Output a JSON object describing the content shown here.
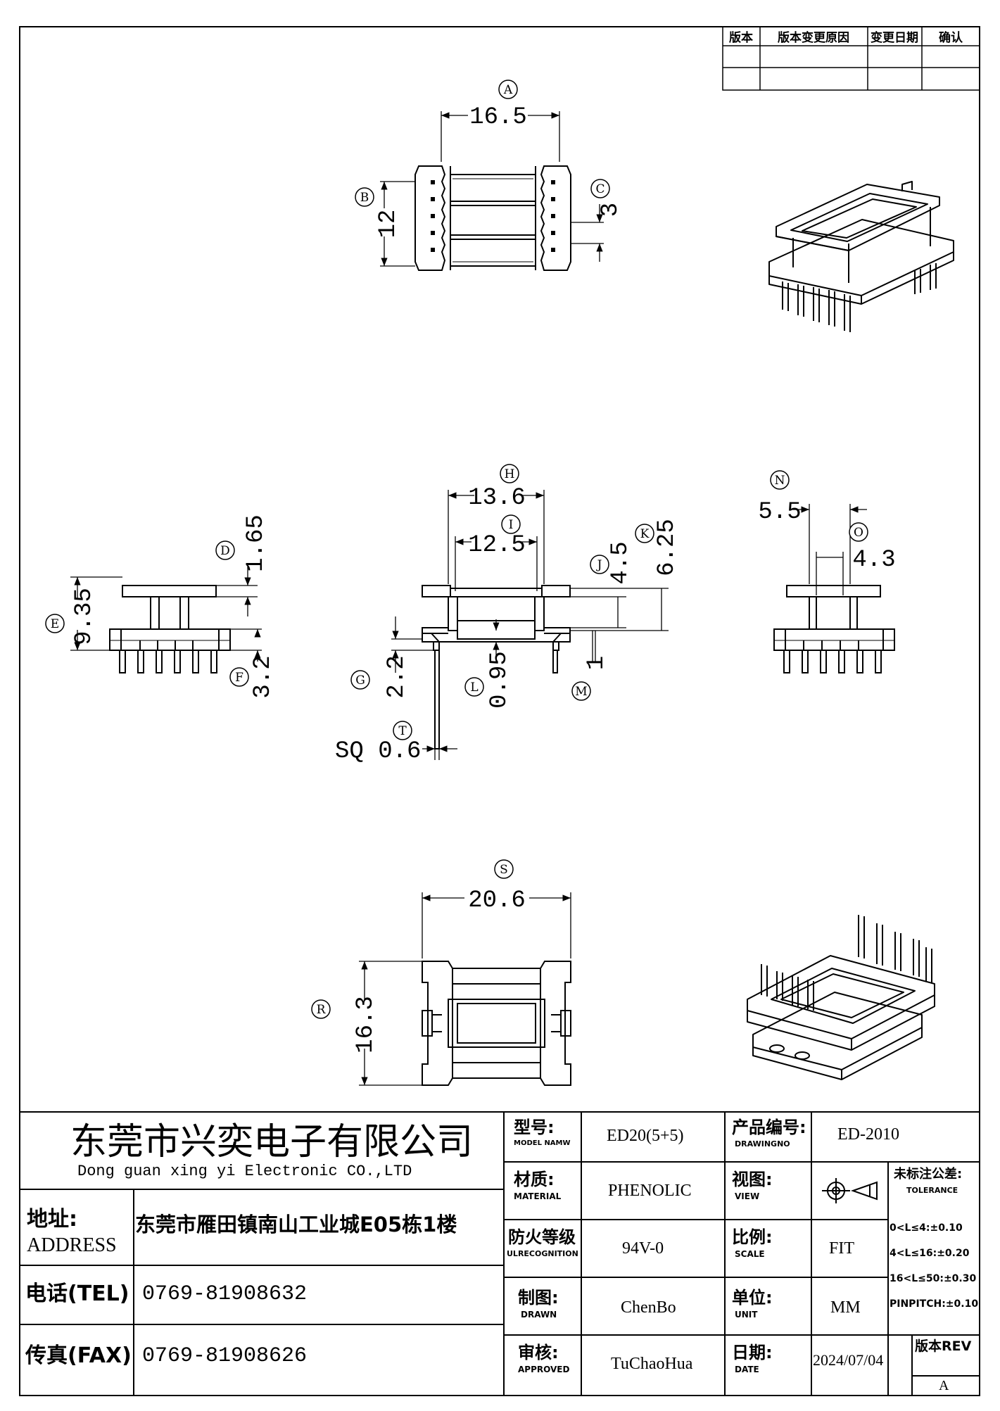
{
  "revision_table": {
    "headers": [
      "版本",
      "版本变更原因",
      "变更日期",
      "确认"
    ]
  },
  "dims": {
    "A": "16.5",
    "B": "12",
    "C": "3",
    "D": "1.65",
    "E": "9.35",
    "F": "3.2",
    "G": "2.2",
    "H": "13.6",
    "I": "12.5",
    "J": "4.5",
    "K": "6.25",
    "L": "0.95",
    "M": "1",
    "N": "5.5",
    "O": "4.3",
    "R": "16.3",
    "S": "20.6",
    "T": "SQ 0.6"
  },
  "callouts": [
    "A",
    "B",
    "C",
    "D",
    "E",
    "F",
    "G",
    "H",
    "I",
    "J",
    "K",
    "L",
    "M",
    "N",
    "O",
    "R",
    "S",
    "T"
  ],
  "company": {
    "name_cn": "东莞市兴奕电子有限公司",
    "name_en": "Dong guan xing yi Electronic CO.,LTD",
    "address_label_cn": "地址:",
    "address_label_en": "ADDRESS",
    "address": "东莞市雁田镇南山工业城E05栋1楼",
    "tel_label": "电话(TEL)",
    "tel": "0769-81908632",
    "fax_label": "传真(FAX)",
    "fax": "0769-81908626"
  },
  "title_block": {
    "model_label_cn": "型号:",
    "model_label_en": "MODEL NAMW",
    "model": "ED20(5+5)",
    "drawingno_label_cn": "产品编号:",
    "drawingno_label_en": "DRAWINGNO",
    "drawingno": "ED-2010",
    "material_label_cn": "材质:",
    "material_label_en": "MATERIAL",
    "material": "PHENOLIC",
    "view_label_cn": "视图:",
    "view_label_en": "VIEW",
    "fire_label_cn": "防火等级",
    "fire_label_en": "ULRECOGNITION",
    "fire": "94V-0",
    "scale_label_cn": "比例:",
    "scale_label_en": "SCALE",
    "scale": "FIT",
    "drawn_label_cn": "制图:",
    "drawn_label_en": "DRAWN",
    "drawn": "ChenBo",
    "unit_label_cn": "单位:",
    "unit_label_en": "UNIT",
    "unit": "MM",
    "approved_label_cn": "审核:",
    "approved_label_en": "APPROVED",
    "approved": "TuChaoHua",
    "date_label_cn": "日期:",
    "date_label_en": "DATE",
    "date": "2024/07/04",
    "tolerance_title_cn": "未标注公差:",
    "tolerance_title_en": "TOLERANCE",
    "tolerance": [
      "0<L≤4:±0.10",
      "4<L≤16:±0.20",
      "16<L≤50:±0.30",
      "PINPITCH:±0.10"
    ],
    "rev_label": "版本REV",
    "rev": "A"
  }
}
